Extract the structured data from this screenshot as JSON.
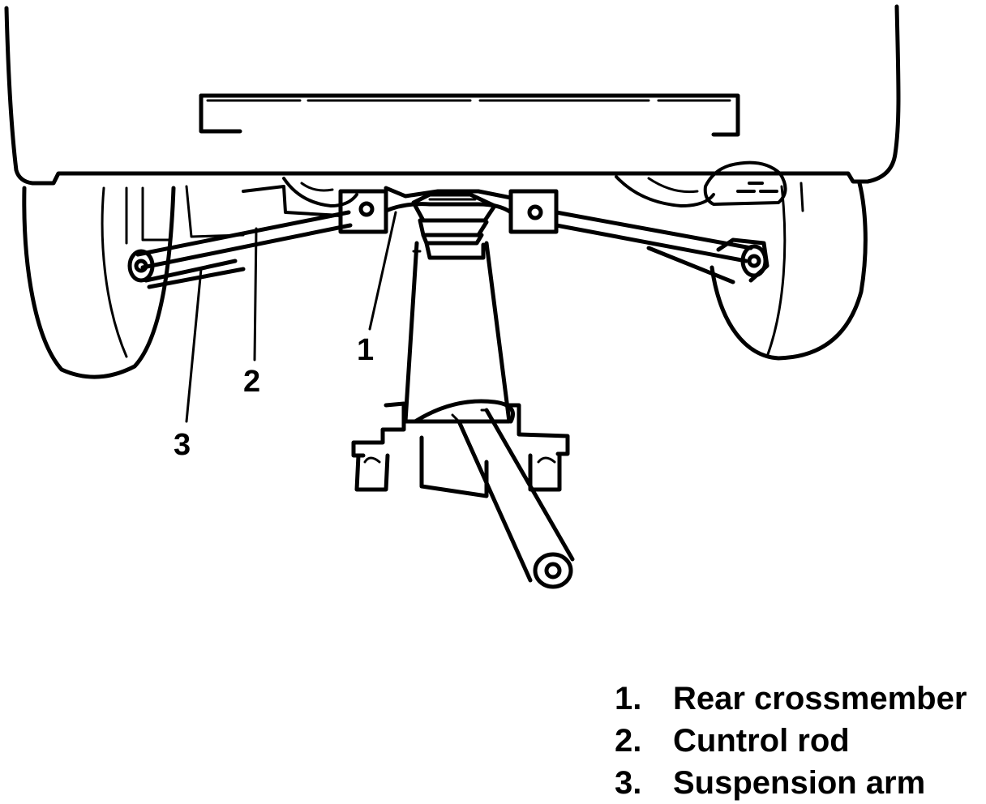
{
  "callouts": {
    "c1": "1",
    "c2": "2",
    "c3": "3"
  },
  "legend": [
    {
      "num": "1.",
      "text": "Rear crossmember"
    },
    {
      "num": "2.",
      "text": "Cuntrol rod"
    },
    {
      "num": "3.",
      "text": "Suspension arm"
    }
  ],
  "colors": {
    "ink": "#000000",
    "paper": "#ffffff"
  }
}
